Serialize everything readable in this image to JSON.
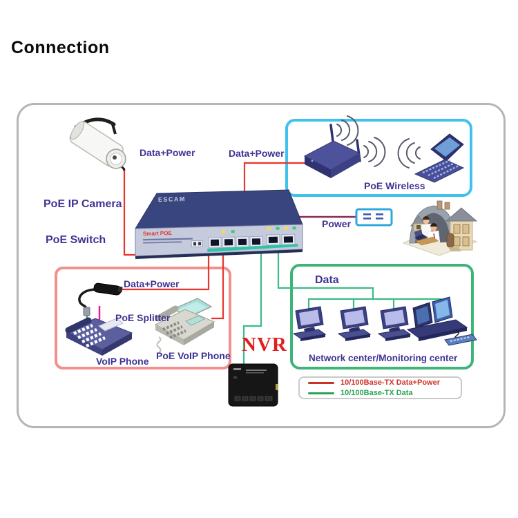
{
  "title": "Connection",
  "labels": {
    "camera_data_power": "Data+Power",
    "wireless_data_power": "Data+Power",
    "poe_ip_camera": "PoE IP Camera",
    "poe_switch": "PoE Switch",
    "poe_wireless": "PoE Wireless",
    "power": "Power",
    "splitter_data_power": "Data+Power",
    "poe_splitter": "PoE Splitter",
    "voip_phone": "VoIP Phone",
    "poe_voip_phone": "PoE VoIP Phone",
    "data": "Data",
    "network_center": "Network center/Monitoring center",
    "nvr": "NVR"
  },
  "switch_device": {
    "brand": "ESCAM",
    "front_label": "Smart POE"
  },
  "legend": {
    "items": [
      {
        "label": "10/100Base-TX Data+Power",
        "color": "#cc3126"
      },
      {
        "label": "10/100Base-TX Data",
        "color": "#27a355"
      }
    ]
  },
  "colors": {
    "data_power_cable": "#e8352b",
    "data_cable": "#3bbc85",
    "power_cable": "#8a2b56",
    "wireless_zone_border": "#3fc2ee",
    "splitter_zone_border": "#f0918d",
    "network_zone_border": "#3eb477",
    "label_text": "#3f3493",
    "nvr_text": "#e02020"
  }
}
